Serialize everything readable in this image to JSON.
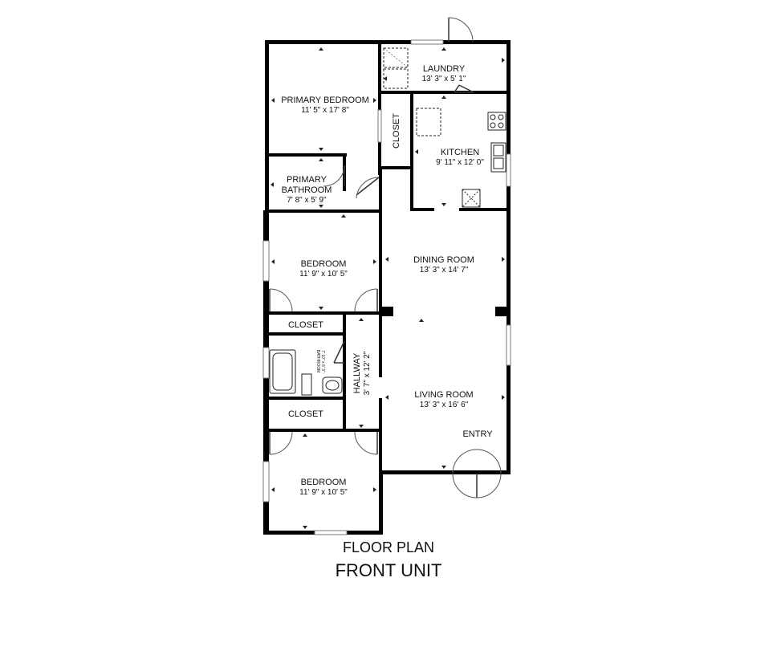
{
  "rooms": {
    "laundry": {
      "name": "LAUNDRY",
      "dim": "13' 3\" x 5' 1\""
    },
    "primary_bedroom": {
      "name": "PRIMARY BEDROOM",
      "dim": "11' 5\" x 17' 8\""
    },
    "closet_primary": {
      "name": "CLOSET"
    },
    "kitchen": {
      "name": "KITCHEN",
      "dim": "9' 11\" x 12' 0\""
    },
    "primary_bathroom": {
      "name_line1": "PRIMARY",
      "name_line2": "BATHROOM",
      "dim": "7' 8\" x 5' 9\""
    },
    "bedroom_1": {
      "name": "BEDROOM",
      "dim": "11' 9\" x 10' 5\""
    },
    "dining_room": {
      "name": "DINING ROOM",
      "dim": "13' 3\" x 14' 7\""
    },
    "closet_1": {
      "name": "CLOSET"
    },
    "bathroom": {
      "name": "BATHROOM",
      "dim": "7' 10\" x 6' 3\""
    },
    "hallway": {
      "name": "HALLWAY",
      "dim": "3' 7\" x 12' 2\""
    },
    "living_room": {
      "name": "LIVING ROOM",
      "dim": "13' 3\" x 16' 6\""
    },
    "closet_2": {
      "name": "CLOSET"
    },
    "entry": {
      "name": "ENTRY"
    },
    "bedroom_2": {
      "name": "BEDROOM",
      "dim": "11' 9\" x 10' 5\""
    }
  },
  "footer": {
    "line1": "FLOOR PLAN",
    "line2": "FRONT UNIT"
  }
}
